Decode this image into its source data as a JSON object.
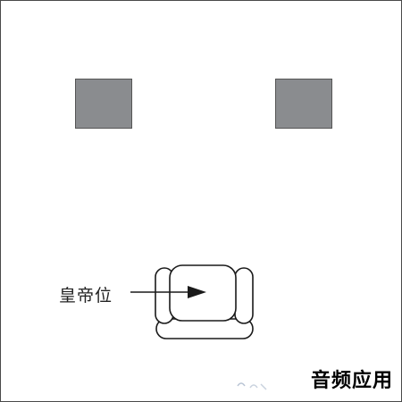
{
  "diagram": {
    "sweet_spot_label": "皇帝位",
    "brand_watermark": "音频应用",
    "speakers": [
      {
        "name": "left-speaker",
        "color": "#8a8c8f"
      },
      {
        "name": "right-speaker",
        "color": "#8a8c8f"
      }
    ]
  }
}
